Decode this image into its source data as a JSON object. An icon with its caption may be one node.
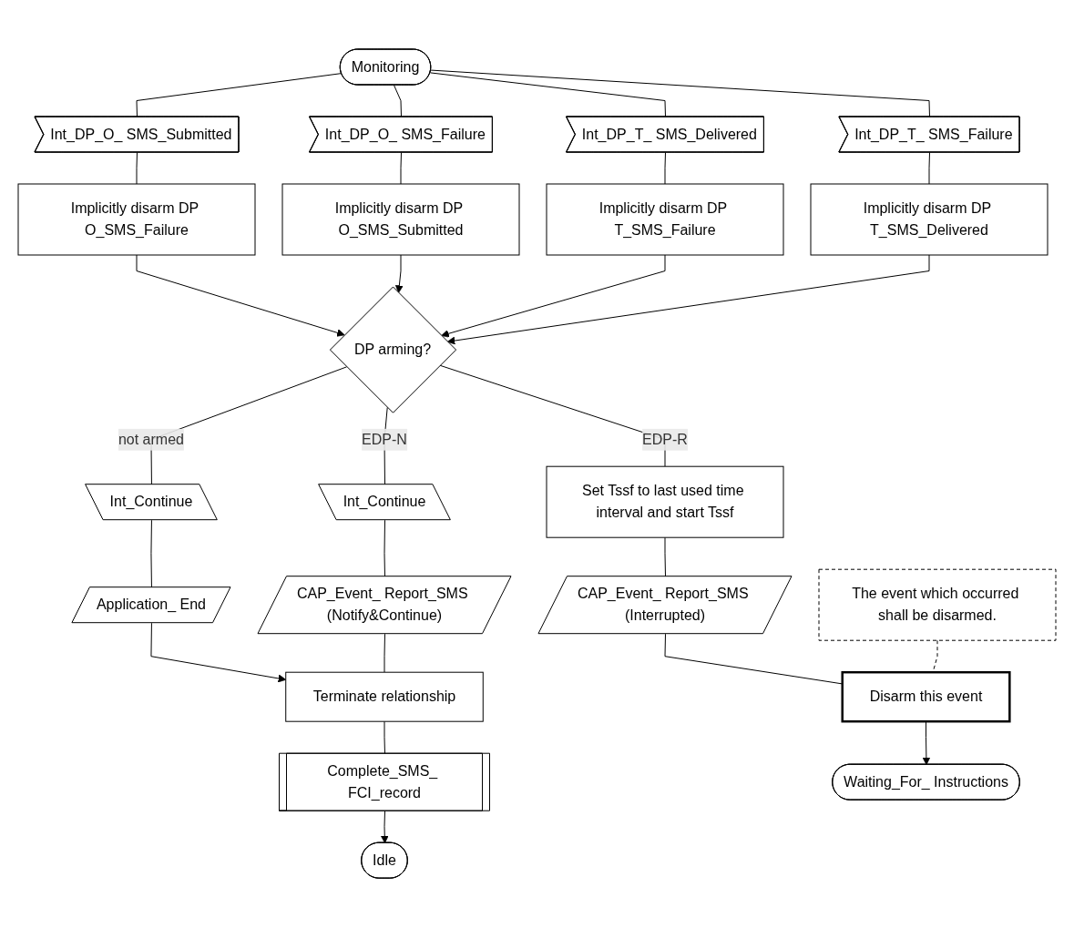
{
  "diagram": {
    "nodes": [
      {
        "text": [
          "Monitoring"
        ]
      },
      {
        "text": [
          "Int_DP_O_ SMS_Submitted"
        ]
      },
      {
        "text": [
          "Int_DP_O_ SMS_Failure"
        ]
      },
      {
        "text": [
          "Int_DP_T_ SMS_Delivered"
        ]
      },
      {
        "text": [
          "Int_DP_T_ SMS_Failure"
        ]
      },
      {
        "text": [
          "Implicitly disarm DP O_SMS_Failure"
        ]
      },
      {
        "text": [
          "Implicitly disarm DP O_SMS_Submitted"
        ]
      },
      {
        "text": [
          "Implicitly disarm DP T_SMS_Failure"
        ]
      },
      {
        "text": [
          "Implicitly disarm DP T_SMS_Delivered"
        ]
      },
      {
        "text": [
          "DP arming?"
        ]
      },
      {
        "text": [
          "Int_Continue"
        ]
      },
      {
        "text": [
          "Int_Continue"
        ]
      },
      {
        "text": [
          "Set Tssf to last used time interval and start Tssf"
        ]
      },
      {
        "text": [
          "Application_ End"
        ]
      },
      {
        "text": [
          "CAP_Event_ Report_SMS (Notify&Continue)"
        ]
      },
      {
        "text": [
          "CAP_Event_ Report_SMS (Interrupted)"
        ]
      },
      {
        "text": [
          "Terminate relationship"
        ]
      },
      {
        "text": [
          "Complete_SMS_ FCI_record"
        ]
      },
      {
        "text": [
          "Idle"
        ]
      },
      {
        "text": [
          "Disarm this event"
        ]
      },
      {
        "text": [
          "Waiting_For_ Instructions"
        ]
      },
      {
        "text": [
          "The event which occurred shall be disarmed."
        ]
      }
    ],
    "edges": [
      {
        "from": 0,
        "to": 1,
        "arrow": "none"
      },
      {
        "from": 0,
        "to": 2,
        "arrow": "none"
      },
      {
        "from": 0,
        "to": 3,
        "arrow": "none"
      },
      {
        "from": 0,
        "to": 4,
        "arrow": "none"
      },
      {
        "from": 1,
        "to": 5,
        "arrow": "none"
      },
      {
        "from": 2,
        "to": 6,
        "arrow": "none"
      },
      {
        "from": 3,
        "to": 7,
        "arrow": "none"
      },
      {
        "from": 4,
        "to": 8,
        "arrow": "none"
      },
      {
        "from": 5,
        "to": 9,
        "arrow": "to"
      },
      {
        "from": 6,
        "to": 9,
        "arrow": "to"
      },
      {
        "from": 7,
        "to": 9,
        "arrow": "to"
      },
      {
        "from": 8,
        "to": 9,
        "arrow": "to"
      },
      {
        "from": 9,
        "to": 10,
        "label": "not armed",
        "arrow": "none"
      },
      {
        "from": 9,
        "to": 11,
        "label": "EDP-N",
        "arrow": "none"
      },
      {
        "from": 9,
        "to": 12,
        "label": "EDP-R",
        "arrow": "none"
      },
      {
        "from": 10,
        "to": 13,
        "arrow": "none"
      },
      {
        "from": 11,
        "to": 14,
        "arrow": "none"
      },
      {
        "from": 12,
        "to": 15,
        "arrow": "none"
      },
      {
        "from": 13,
        "to": 16,
        "arrow": "to"
      },
      {
        "from": 14,
        "to": 16,
        "arrow": "none"
      },
      {
        "from": 16,
        "to": 17,
        "arrow": "none"
      },
      {
        "from": 17,
        "to": 18,
        "arrow": "to"
      },
      {
        "from": 15,
        "to": 19,
        "arrow": "none"
      },
      {
        "from": 19,
        "to": 20,
        "arrow": "to"
      },
      {
        "from": 21,
        "to": 19,
        "arrow": "none",
        "style": "dashed"
      }
    ]
  }
}
